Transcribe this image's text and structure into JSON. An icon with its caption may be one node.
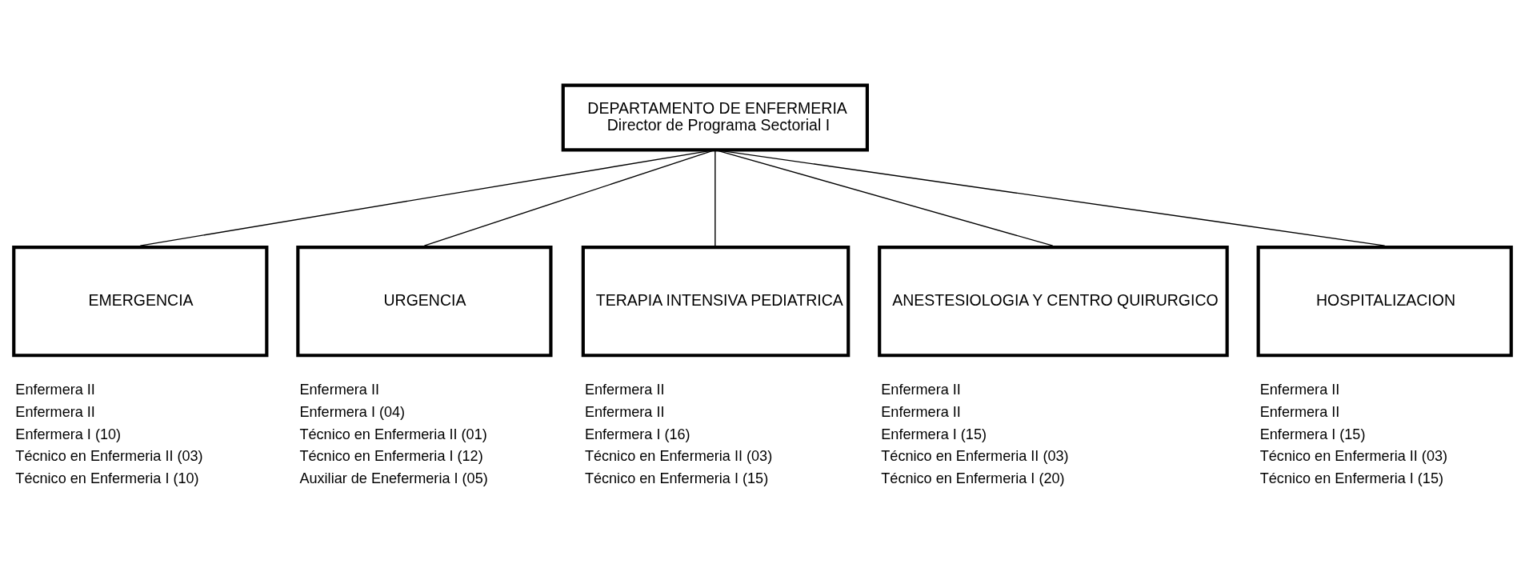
{
  "diagram": {
    "nodes": [
      {
        "text": [
          "DEPARTAMENTO DE ENFERMERIA",
          "Director de Programa Sectorial I"
        ]
      },
      {
        "text": [
          "EMERGENCIA"
        ],
        "beside": [
          "Enfermera II",
          "Enfermera II",
          "Enfermera I (10)",
          "Técnico en Enfermeria II (03)",
          "Técnico en Enfermeria I (10)"
        ]
      },
      {
        "text": [
          "URGENCIA"
        ],
        "beside": [
          "Enfermera II",
          "Enfermera I (04)",
          "Técnico en Enfermeria II (01)",
          "Técnico en Enfermeria I (12)",
          "Auxiliar de Enefermeria I (05)"
        ]
      },
      {
        "text": [
          "TERAPIA INTENSIVA PEDIATRICA"
        ],
        "beside": [
          "Enfermera II",
          "Enfermera II",
          "Enfermera I (16)",
          "Técnico en Enfermeria II (03)",
          "Técnico en Enfermeria I (15)"
        ]
      },
      {
        "text": [
          "ANESTESIOLOGIA Y CENTRO QUIRURGICO"
        ],
        "beside": [
          "Enfermera II",
          "Enfermera II",
          "Enfermera I (15)",
          "Técnico en Enfermeria II (03)",
          "Técnico en Enfermeria I (20)"
        ]
      },
      {
        "text": [
          "HOSPITALIZACION"
        ],
        "beside": [
          "Enfermera II",
          "Enfermera II",
          "Enfermera I (15)",
          "Técnico en Enfermeria II (03)",
          "Técnico en Enfermeria I (15)"
        ]
      }
    ],
    "edges": [
      {
        "from": 0,
        "to": 1,
        "arrow": "none"
      },
      {
        "from": 0,
        "to": 2,
        "arrow": "none"
      },
      {
        "from": 0,
        "to": 3,
        "arrow": "none"
      },
      {
        "from": 0,
        "to": 4,
        "arrow": "none"
      },
      {
        "from": 0,
        "to": 5,
        "arrow": "none"
      }
    ]
  }
}
